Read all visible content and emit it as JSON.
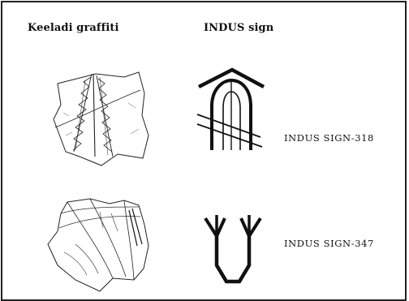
{
  "headers": {
    "left": "Keeladi graffiti",
    "right": "INDUS sign"
  },
  "rows": [
    {
      "graffiti_icon": "keeladi-graffiti-sherd-1",
      "sign_icon": "indus-sign-318-glyph",
      "label": "INDUS SIGN-318"
    },
    {
      "graffiti_icon": "keeladi-graffiti-sherd-2",
      "sign_icon": "indus-sign-347-glyph",
      "label": "INDUS SIGN-347"
    }
  ],
  "colors": {
    "ink": "#111111",
    "border": "#222222",
    "background": "#ffffff"
  }
}
